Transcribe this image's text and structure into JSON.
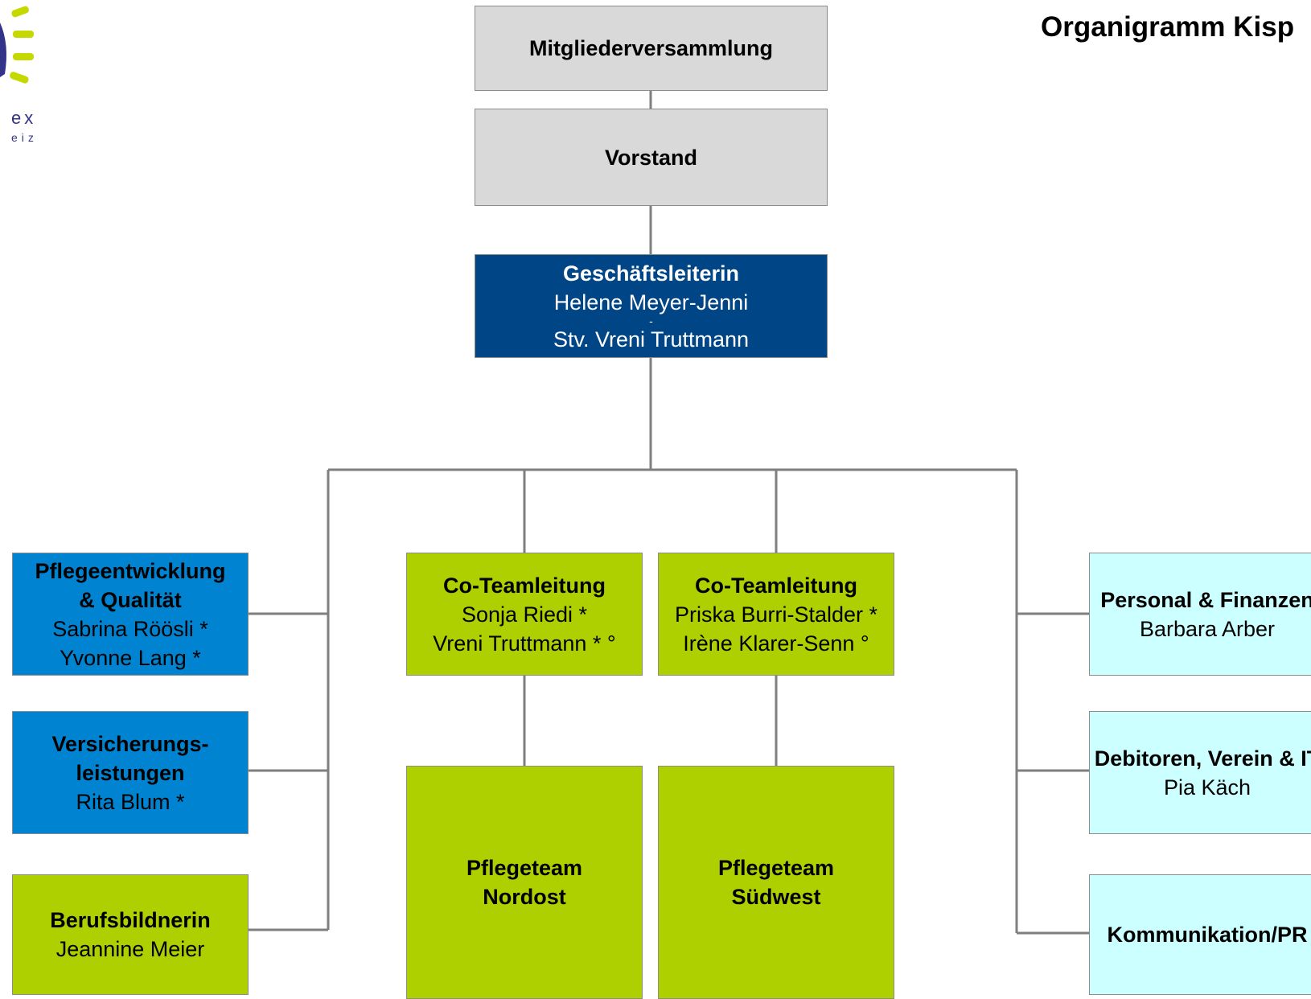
{
  "page_title": "Organigramm Kisp",
  "logo": {
    "line1": "ex",
    "line2": "eiz"
  },
  "boxes": {
    "mitglieder": {
      "title": "Mitgliederversammlung"
    },
    "vorstand": {
      "title": "Vorstand"
    },
    "geschaeftsleitung": {
      "title": "Geschäftsleiterin",
      "name": "Helene Meyer-Jenni",
      "separator": "-",
      "deputy": "Stv. Vreni Truttmann"
    },
    "pflegeentwicklung": {
      "title_line1": "Pflegeentwicklung",
      "title_line2": "& Qualität",
      "name1": "Sabrina Röösli *",
      "name2": "Yvonne Lang *"
    },
    "versicherung": {
      "title_line1": "Versicherungs-",
      "title_line2": "leistungen",
      "name1": "Rita Blum *"
    },
    "berufsbildnerin": {
      "title": "Berufsbildnerin",
      "name": "Jeannine Meier"
    },
    "coteam1": {
      "title": "Co-Teamleitung",
      "name1": "Sonja Riedi *",
      "name2": "Vreni Truttmann * °"
    },
    "coteam2": {
      "title": "Co-Teamleitung",
      "name1": "Priska Burri-Stalder *",
      "name2": "Irène Klarer-Senn °"
    },
    "pflegeteam1": {
      "title_line1": "Pflegeteam",
      "title_line2": "Nordost"
    },
    "pflegeteam2": {
      "title_line1": "Pflegeteam",
      "title_line2": "Südwest"
    },
    "personal": {
      "title": "Personal & Finanzen",
      "name": "Barbara Arber"
    },
    "debitoren": {
      "title": "Debitoren, Verein & IT",
      "name": "Pia Käch"
    },
    "kommunikation": {
      "title": "Kommunikation/PR"
    }
  },
  "colors": {
    "gray": "#d9d9d9",
    "navy": "#004586",
    "blue": "#0084d1",
    "green": "#aecf00",
    "cyan": "#ccffff",
    "connector": "#7f7f7f",
    "logo_sun": "#c5d900",
    "logo_text": "#33338a"
  }
}
